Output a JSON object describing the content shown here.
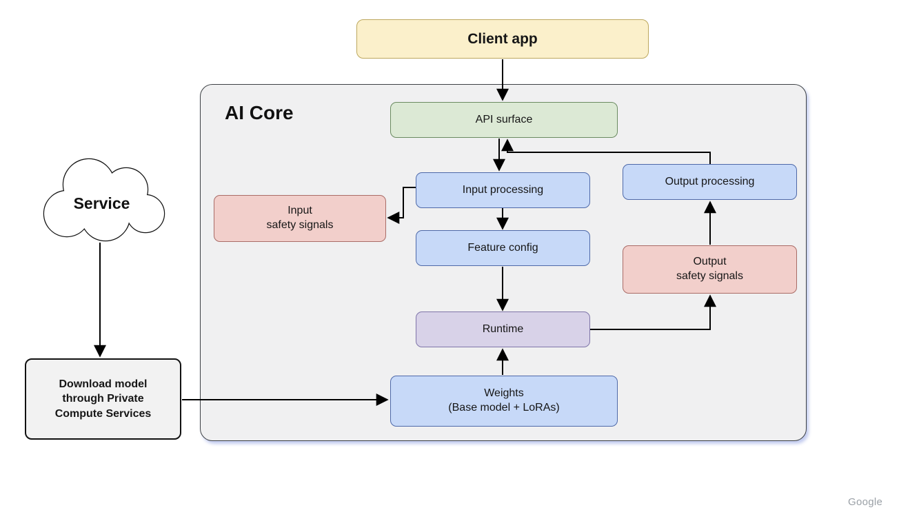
{
  "colors": {
    "yellow_fill": "#FBF0CB",
    "yellow_border": "#BCA75D",
    "green_fill": "#DCE9D5",
    "green_border": "#6A8A60",
    "blue_fill": "#C7D9F8",
    "blue_border": "#4D68A8",
    "pink_fill": "#F2CFCB",
    "pink_border": "#A96B66",
    "purple_fill": "#D8D2E8",
    "purple_border": "#7E74A8",
    "container_fill": "#F0F0F1",
    "container_border": "#3C4043",
    "download_fill": "#F2F2F2",
    "download_border": "#111111",
    "line": "#000000",
    "footer_text": "#9AA0A6"
  },
  "nodes": {
    "client_app": {
      "label": "Client app"
    },
    "ai_core": {
      "label": "AI Core"
    },
    "api_surface": {
      "label": "API surface"
    },
    "input_processing": {
      "label": "Input processing"
    },
    "input_safety": {
      "lines": [
        "Input",
        "safety signals"
      ]
    },
    "feature_config": {
      "label": "Feature config"
    },
    "output_processing": {
      "label": "Output processing"
    },
    "output_safety": {
      "lines": [
        "Output",
        "safety signals"
      ]
    },
    "runtime": {
      "label": "Runtime"
    },
    "weights": {
      "lines": [
        "Weights",
        "(Base model + LoRAs)"
      ]
    },
    "service": {
      "label": "Service"
    },
    "download_model": {
      "lines": [
        "Download model",
        "through Private",
        "Compute Services"
      ]
    }
  },
  "footer": {
    "brand": "Google"
  }
}
